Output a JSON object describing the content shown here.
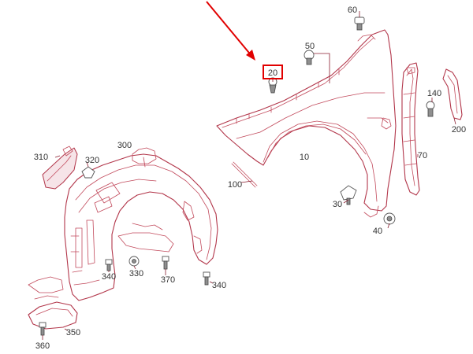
{
  "accent_color": "#e10000",
  "part_color": "#b2364a",
  "highlighted_callout": "20",
  "callouts": {
    "c10": "10",
    "c20": "20",
    "c30": "30",
    "c40": "40",
    "c50": "50",
    "c60": "60",
    "c70": "70",
    "c100": "100",
    "c140": "140",
    "c200": "200",
    "c300": "300",
    "c310": "310",
    "c320": "320",
    "c330": "330",
    "c340a": "340",
    "c340b": "340",
    "c350": "350",
    "c360": "360",
    "c370": "370"
  }
}
